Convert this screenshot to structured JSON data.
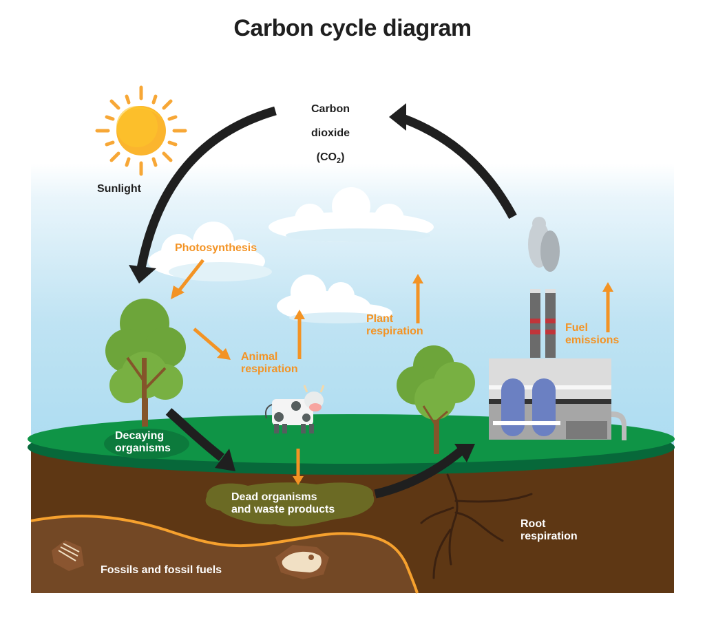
{
  "title": "Carbon cycle diagram",
  "labels": {
    "sunlight": "Sunlight",
    "carbon_dioxide_line1": "Carbon",
    "carbon_dioxide_line2": "dioxide",
    "carbon_dioxide_formula_prefix": "(CO",
    "carbon_dioxide_formula_sub": "2",
    "carbon_dioxide_formula_suffix": ")",
    "photosynthesis": "Photosynthesis",
    "animal_respiration": "Animal\nrespiration",
    "plant_respiration": "Plant\nrespiration",
    "fuel_emissions": "Fuel\nemissions",
    "decaying_organisms": "Decaying\norganisms",
    "dead_organisms": "Dead organisms\nand waste products",
    "root_respiration": "Root\nrespiration",
    "fossils": "Fossils and fossil fuels"
  },
  "colors": {
    "process_label": "#f39324",
    "cycle_arrow": "#1f1f1f",
    "sky": "#b3e0f2",
    "grass": "#0f9446",
    "soil": "#5e3714",
    "fossil_layer": "#734825",
    "fossil_boundary": "#f6a12e"
  }
}
